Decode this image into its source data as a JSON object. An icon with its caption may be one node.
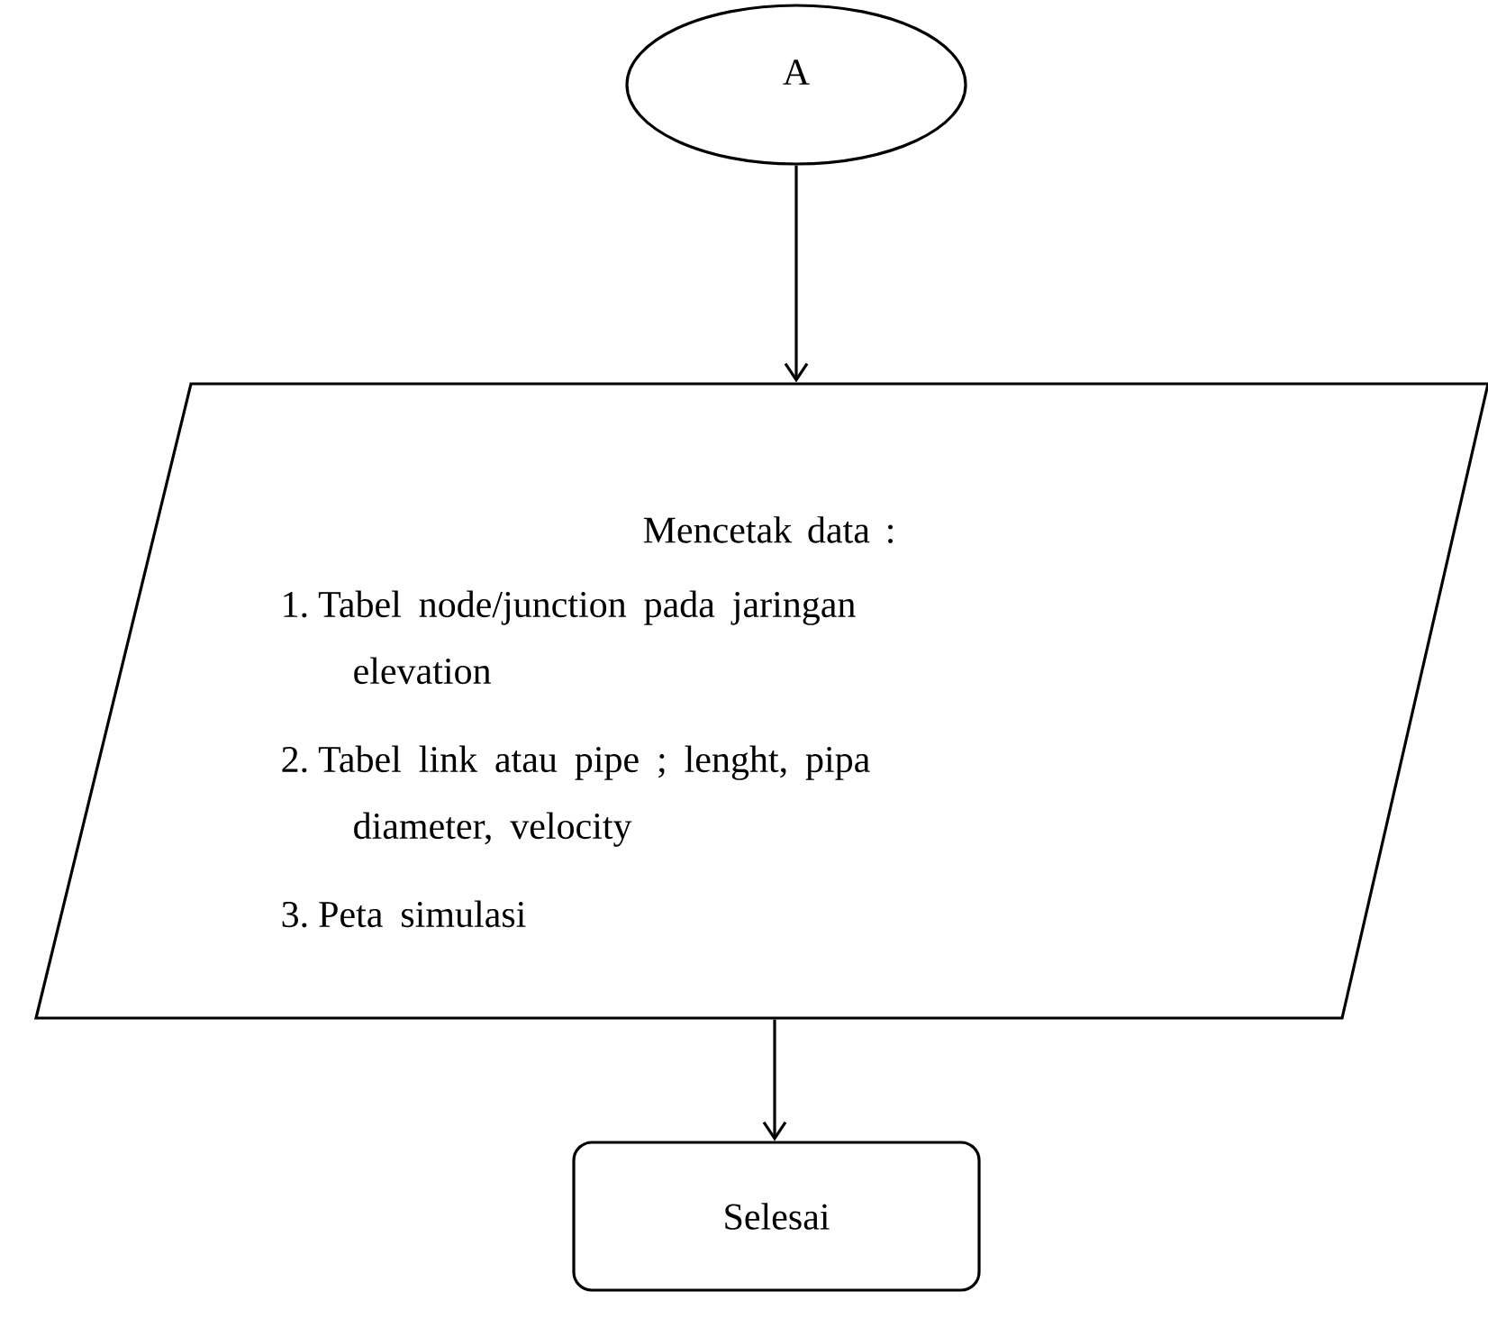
{
  "diagram": {
    "nodes": [
      {
        "text": [
          "A"
        ]
      },
      {
        "text": [
          "Mencetak data :",
          "1. Tabel node/junction pada jaringan elevation",
          "2. Tabel link atau pipe ; lenght, pipa diameter, velocity",
          "3. Peta simulasi"
        ]
      },
      {
        "text": [
          "Selesai"
        ]
      }
    ],
    "edges": [
      {
        "from": 0,
        "to": 1,
        "arrow": "to"
      },
      {
        "from": 1,
        "to": 2,
        "arrow": "to"
      }
    ]
  }
}
